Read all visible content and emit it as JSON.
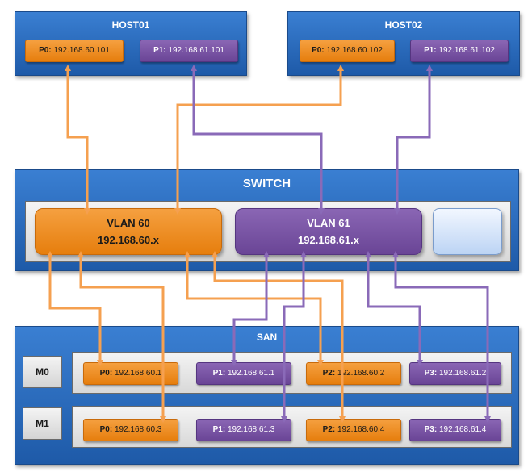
{
  "host01": {
    "title": "HOST01",
    "p0": {
      "prefix": "P0:",
      "ip": "192.168.60.101"
    },
    "p1": {
      "prefix": "P1:",
      "ip": "192.168.61.101"
    }
  },
  "host02": {
    "title": "HOST02",
    "p0": {
      "prefix": "P0:",
      "ip": "192.168.60.102"
    },
    "p1": {
      "prefix": "P1:",
      "ip": "192.168.61.102"
    }
  },
  "switch": {
    "title": "SWITCH",
    "vlan60": {
      "name": "VLAN 60",
      "subnet": "192.168.60.x"
    },
    "vlan61": {
      "name": "VLAN 61",
      "subnet": "192.168.61.x"
    }
  },
  "san": {
    "title": "SAN",
    "m0": {
      "label": "M0",
      "ports": [
        {
          "prefix": "P0:",
          "ip": "192.168.60.1"
        },
        {
          "prefix": "P1:",
          "ip": "192.168.61.1"
        },
        {
          "prefix": "P2:",
          "ip": "192.168.60.2"
        },
        {
          "prefix": "P3:",
          "ip": "192.168.61.2"
        }
      ]
    },
    "m1": {
      "label": "M1",
      "ports": [
        {
          "prefix": "P0:",
          "ip": "192.168.60.3"
        },
        {
          "prefix": "P1:",
          "ip": "192.168.61.3"
        },
        {
          "prefix": "P2:",
          "ip": "192.168.60.4"
        },
        {
          "prefix": "P3:",
          "ip": "192.168.61.4"
        }
      ]
    }
  },
  "colors": {
    "orange_link": "#f5a050",
    "purple_link": "#8a6ab8"
  }
}
